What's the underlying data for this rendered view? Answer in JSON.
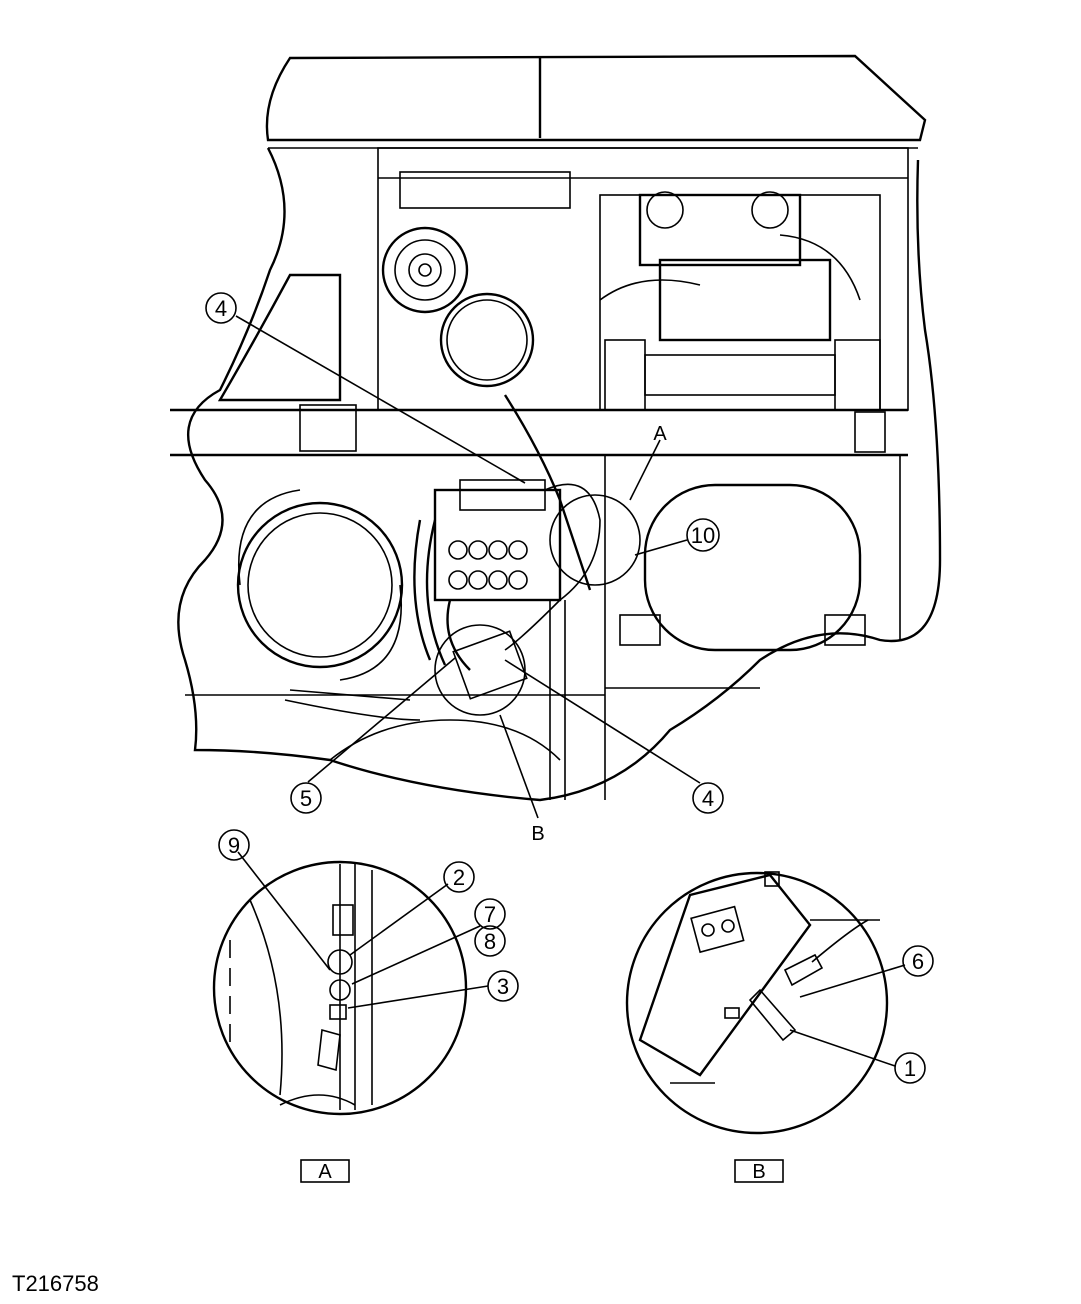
{
  "figure_id": "T216758",
  "callouts": [
    "4",
    "4",
    "5",
    "10",
    "9",
    "2",
    "7",
    "8",
    "3",
    "6",
    "1"
  ],
  "view_letters": {
    "detail_a": "A",
    "detail_b": "B"
  },
  "view_boxes": {
    "a": "A",
    "b": "B"
  }
}
